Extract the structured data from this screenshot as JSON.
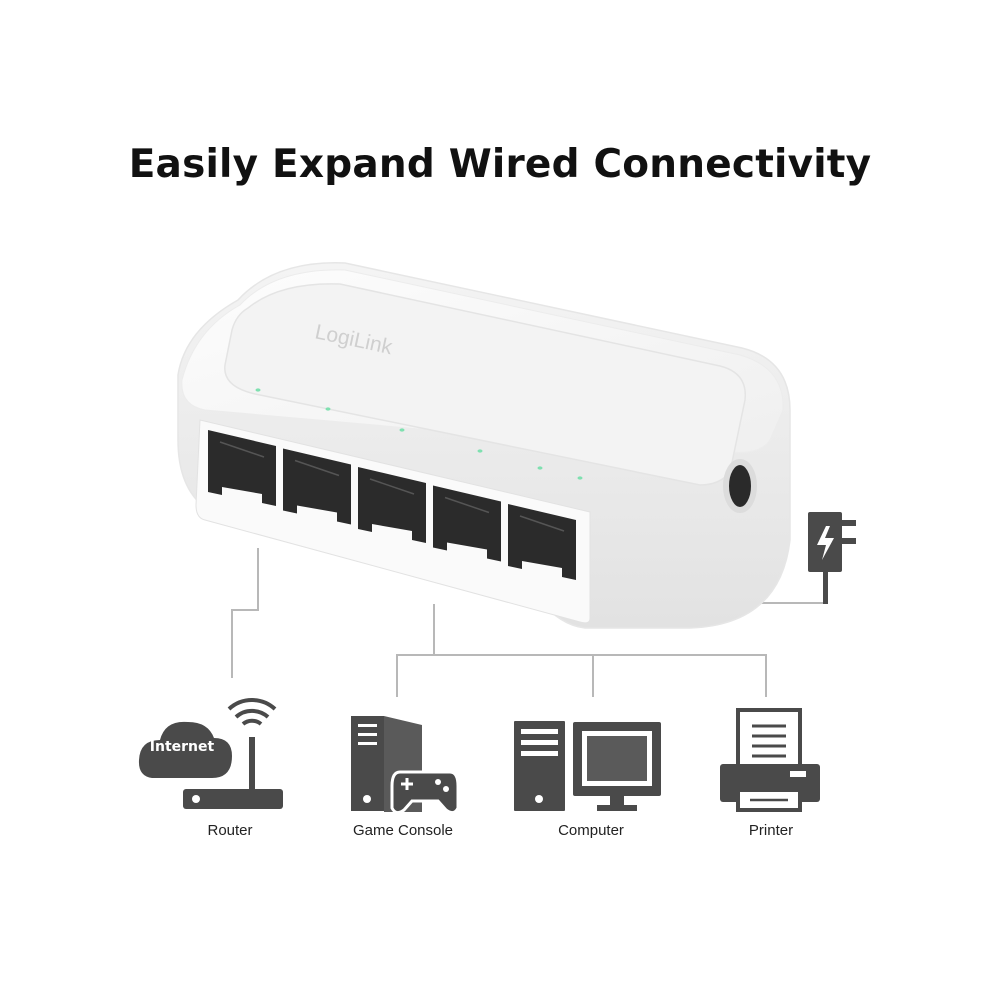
{
  "headline": "Easily Expand Wired Connectivity",
  "brand": "LogiLink",
  "cloud_label": "Internet",
  "devices": [
    {
      "label": "Router",
      "icon": "router-icon"
    },
    {
      "label": "Game Console",
      "icon": "game-console-icon"
    },
    {
      "label": "Computer",
      "icon": "computer-icon"
    },
    {
      "label": "Printer",
      "icon": "printer-icon"
    }
  ],
  "port_count": 5,
  "colors": {
    "icon": "#4a4a4a",
    "line": "#b8b8b8",
    "device_body": "#f7f7f7",
    "led": "#7fe0b0",
    "text": "#111111"
  }
}
